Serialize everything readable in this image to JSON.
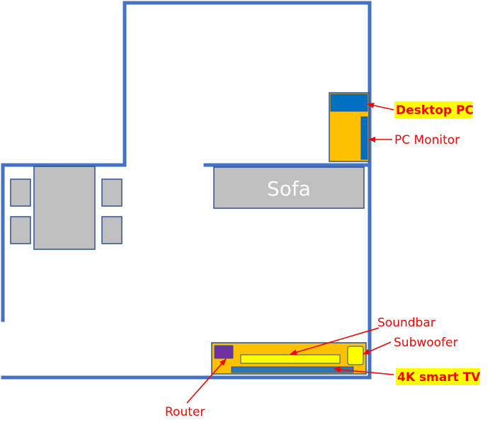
{
  "labels": {
    "sofa": "Sofa",
    "desktop_pc": "Desktop PC",
    "pc_monitor": "PC Monitor",
    "soundbar": "Soundbar",
    "subwoofer": "Subwoofer",
    "smart_tv": "4K smart TV",
    "router": "Router"
  },
  "colors": {
    "wall": "#4472c4",
    "furniture": "#c0c0c0",
    "cabinet": "#ffc000",
    "pc": "#0070c0",
    "highlight": "#ffff00",
    "label": "#ff0000",
    "router": "#7030a0"
  }
}
